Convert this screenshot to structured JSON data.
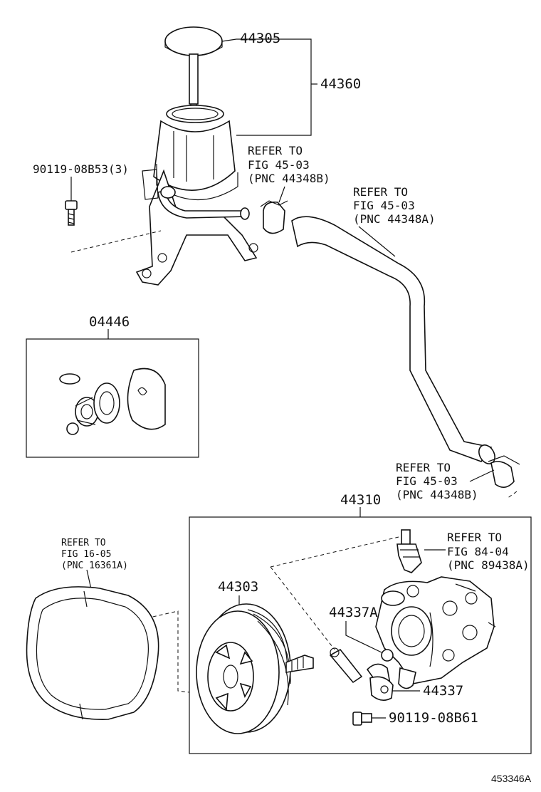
{
  "parts": {
    "cap": "44305",
    "reservoir": "44360",
    "bolt_reservoir": "90119-08B53(3)",
    "gasket_kit": "04446",
    "pump_assy": "44310",
    "pulley": "44303",
    "union_a": "44337A",
    "union": "44337",
    "bolt_pump": "90119-08B61"
  },
  "references": {
    "clamp_upper": [
      "REFER TO",
      "FIG 45-03",
      "(PNC 44348B)"
    ],
    "hose": [
      "REFER TO",
      "FIG 45-03",
      "(PNC 44348A)"
    ],
    "clamp_lower": [
      "REFER TO",
      "FIG 45-03",
      "(PNC 44348B)"
    ],
    "belt": [
      "REFER TO",
      "FIG 16-05",
      "(PNC 16361A)"
    ],
    "sensor": [
      "REFER TO",
      "FIG 84-04",
      "(PNC 89438A)"
    ]
  },
  "figure_id": "453346A"
}
